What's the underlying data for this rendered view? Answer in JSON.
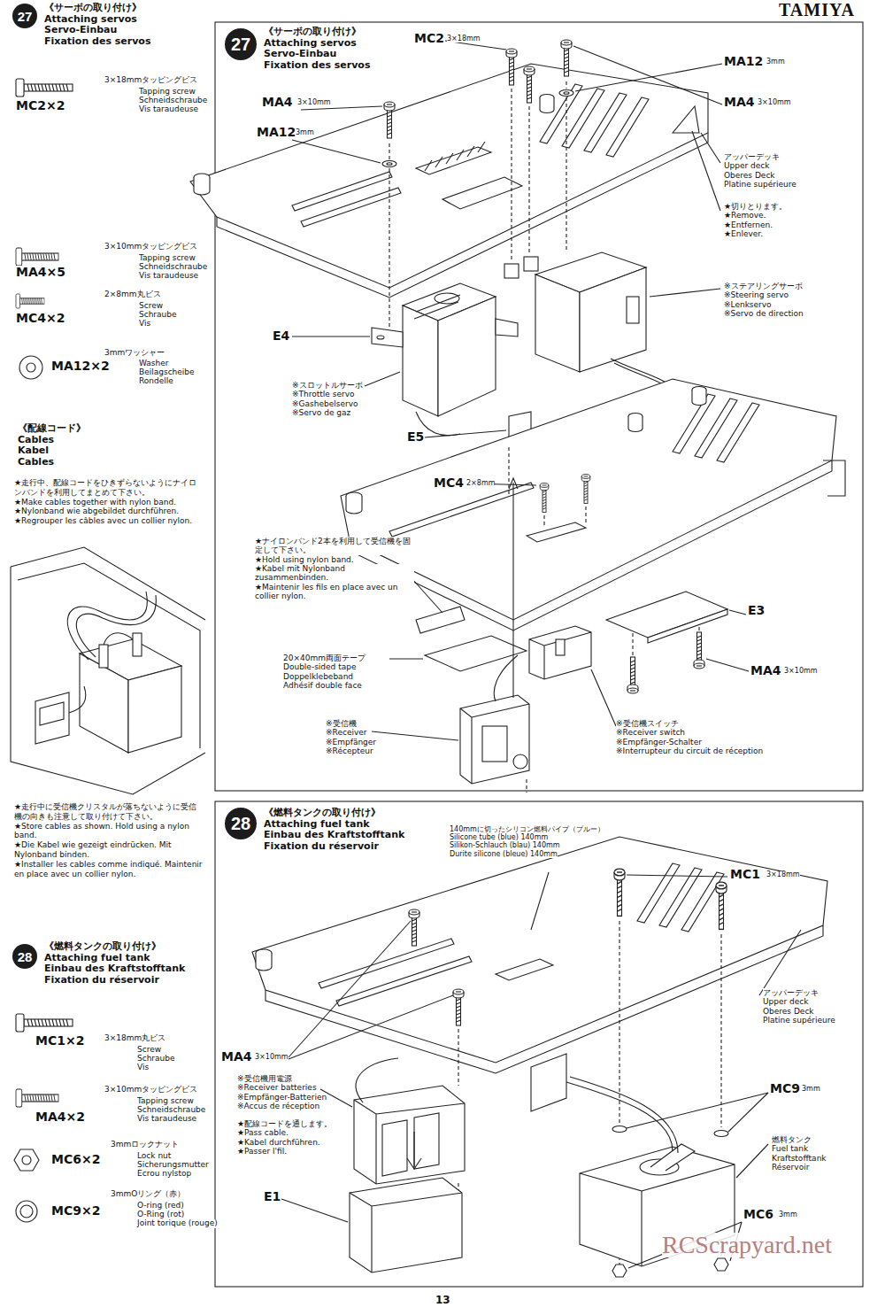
{
  "diagram": {
    "nodes": [
      {
        "text": [
          "27"
        ]
      },
      {
        "text": [
          "27"
        ]
      },
      {
        "text": [
          "28"
        ]
      },
      {
        "text": [
          "28"
        ]
      }
    ],
    "labels": [
      "TAMIYA",
      "《サーボの取り付け》",
      "Attaching servos",
      "Servo-Einbau",
      "Fixation des servos",
      "MC2×2",
      "3×18mmタッピングビス",
      "Tapping screw",
      "Schneidschraube",
      "Vis taraudeuse",
      "MA4×5",
      "3×10mmタッピングビス",
      "Tapping screw",
      "Schneidschraube",
      "Vis taraudeuse",
      "MC4×2",
      "2×8mm丸ビス",
      "Screw",
      "Schraube",
      "Vis",
      "MA12×2",
      "3mmワッシャー",
      "Washer",
      "Beilagscheibe",
      "Rondelle",
      "《配線コード》",
      "Cables",
      "Kabel",
      "Cables",
      "★走行中、配線コードをひきずらないようにナイロンバンドを利用してまとめて下さい。",
      "★Make cables together with nylon band.",
      "★Nylonband wie abgebildet durchführen.",
      "★Regrouper les câbles avec un collier nylon.",
      "★走行中に受信機クリスタルが落ちないように受信機の向きも注意して取り付けて下さい。",
      "★Store cables as shown. Hold using a nylon band.",
      "★Die Kabel wie gezeigt eindrücken. Mit Nylonband binden.",
      "★Installer les cables comme indiqué. Maintenir en place avec un collier nylon.",
      "《燃料タンクの取り付け》",
      "Attaching fuel tank",
      "Einbau des Kraftstofftank",
      "Fixation du réservoir",
      "MC1×2",
      "3×18mm丸ビス",
      "Screw",
      "Schraube",
      "Vis",
      "MA4×2",
      "3×10mmタッピングビス",
      "Tapping screw",
      "Schneidschraube",
      "Vis taraudeuse",
      "MC6×2",
      "3mmロックナット",
      "Lock nut",
      "Sicherungsmutter",
      "Ecrou nylstop",
      "MC9×2",
      "3mmOリング（赤）",
      "O-ring (red)",
      "O-Ring (rot)",
      "Joint torique (rouge)",
      "《サーボの取り付け》",
      "Attaching servos",
      "Servo-Einbau",
      "Fixation des servos",
      "MC2",
      "3×18mm",
      "MA4",
      "3×10mm",
      "MA12",
      "3mm",
      "MA12",
      "3mm",
      "MA4",
      "3×10mm",
      "アッパーデッキ",
      "Upper deck",
      "Oberes Deck",
      "Platine supérieure",
      "★切りとります。",
      "★Remove.",
      "★Entfernen.",
      "★Enlever.",
      "※ステアリングサーボ",
      "※Steering servo",
      "※Lenkservo",
      "※Servo de direction",
      "E4",
      "※スロットルサーボ",
      "※Throttle servo",
      "※Gashebelservo",
      "※Servo de gaz",
      "E5",
      "MC4",
      "2×8mm",
      "★ナイロンバンド2本を利用して受信機を固定して下さい。",
      "★Hold using nylon band.",
      "★Kabel mit Nylonband zusammenbinden.",
      "★Maintenir les fils en place avec un collier nylon.",
      "20×40mm両面テープ",
      "Double-sided tape",
      "Doppelklebeband",
      "Adhésif double face",
      "E3",
      "MA4",
      "3×10mm",
      "※受信機",
      "※Receiver",
      "※Empfänger",
      "※Récepteur",
      "※受信機スイッチ",
      "※Receiver switch",
      "※Empfänger-Schalter",
      "※Interrupteur du circuit de réception",
      "《燃料タンクの取り付け》",
      "Attaching fuel tank",
      "Einbau des Kraftstofftank",
      "Fixation du réservoir",
      "140mmに切ったシリコン燃料パイプ（ブルー）",
      "Silicone tube (blue) 140mm",
      "Silikon-Schlauch (blau) 140mm",
      "Durite silicone (bleue) 140mm",
      "MC1",
      "3×18mm",
      "アッパーデッキ",
      "Upper deck",
      "Oberes Deck",
      "Platine supérieure",
      "MA4",
      "3×10mm",
      "MC9",
      "3mm",
      "※受信機用電源",
      "※Receiver batteries",
      "※Empfänger-Batterien",
      "※Accus de réception",
      "★配線コードを通します。",
      "★Pass cable.",
      "★Kabel durchführen.",
      "★Passer l'fil.",
      "燃料タンク",
      "Fuel tank",
      "Kraftstofftank",
      "Réservoir",
      "E1",
      "MC6",
      "3mm",
      "13",
      "RCScrapyard.net"
    ]
  }
}
